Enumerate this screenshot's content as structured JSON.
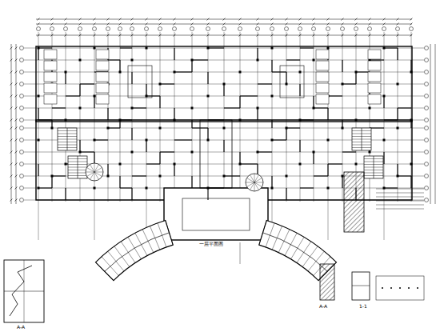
{
  "diagram": {
    "labels": [
      "一层平面图",
      "A-A",
      "A-A",
      "1-1"
    ]
  }
}
